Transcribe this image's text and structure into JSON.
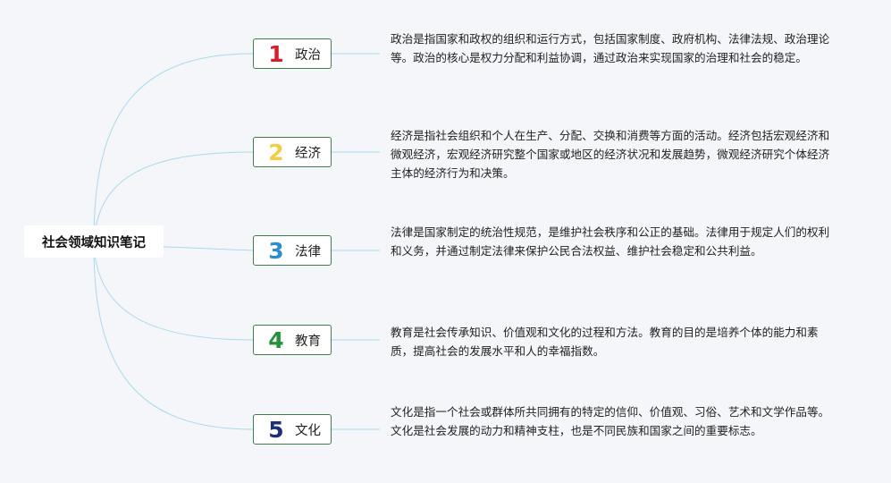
{
  "root": {
    "title": "社会领域知识笔记"
  },
  "branches": [
    {
      "number": "1",
      "number_color": "#d81e2c",
      "label": "政治",
      "description": "政治是指国家和政权的组织和运行方式，包括国家制度、政府机构、法律法规、政治理论等。政治的核心是权力分配和利益协调，通过政治来实现国家的治理和社会的稳定。"
    },
    {
      "number": "2",
      "number_color": "#f1cd3f",
      "label": "经济",
      "description": "经济是指社会组织和个人在生产、分配、交换和消费等方面的活动。经济包括宏观经济和微观经济，宏观经济研究整个国家或地区的经济状况和发展趋势，微观经济研究个体经济主体的经济行为和决策。"
    },
    {
      "number": "3",
      "number_color": "#2a8fd2",
      "label": "法律",
      "description": "法律是国家制定的统治性规范，是维护社会秩序和公正的基础。法律用于规定人们的权利和义务，并通过制定法律来保护公民合法权益、维护社会稳定和公共利益。"
    },
    {
      "number": "4",
      "number_color": "#25913a",
      "label": "教育",
      "description": "教育是社会传承知识、价值观和文化的过程和方法。教育的目的是培养个体的能力和素质，提高社会的发展水平和人的幸福指数。"
    },
    {
      "number": "5",
      "number_color": "#1e2f7a",
      "label": "文化",
      "description": "文化是指一个社会或群体所共同拥有的特定的信仰、价值观、习俗、艺术和文学作品等。文化是社会发展的动力和精神支柱，也是不同民族和国家之间的重要标志。"
    }
  ],
  "colors": {
    "connector": "#a9d9ee",
    "branch_border": "#3f7d4a",
    "background": "#f4f6f9"
  }
}
